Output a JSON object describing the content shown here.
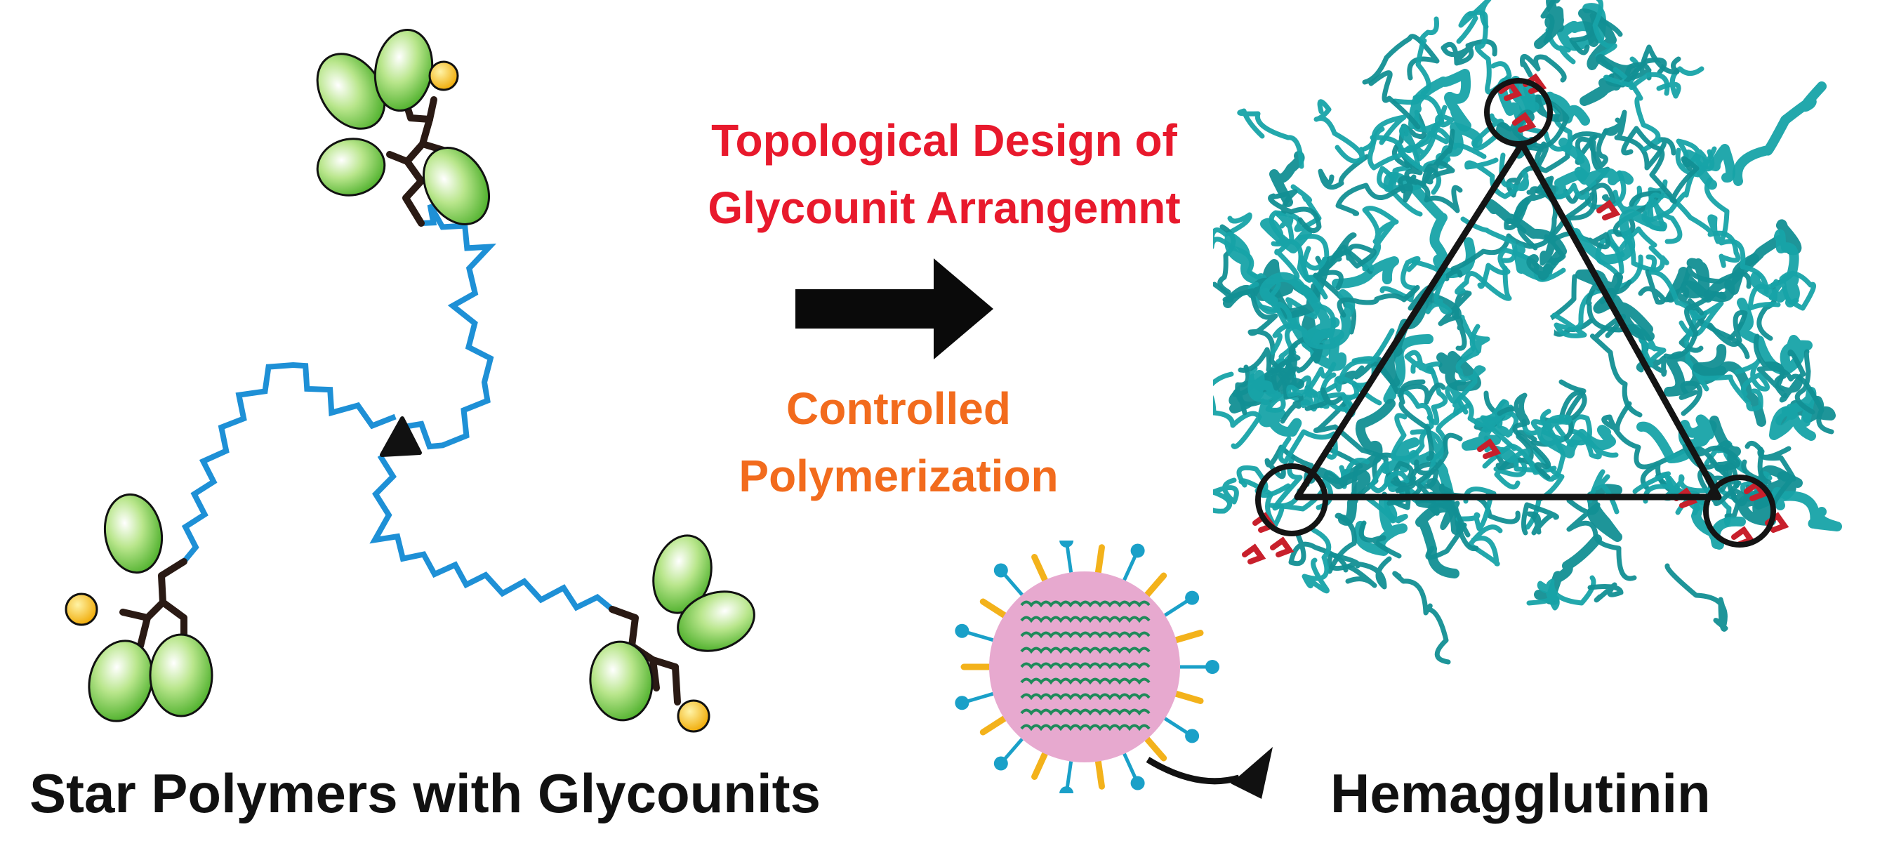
{
  "labels": {
    "design_line1": "Topological Design of",
    "design_line2": "Glycounit Arrangemnt",
    "process_line1": "Controlled",
    "process_line2": "Polymerization",
    "left_caption": "Star Polymers with Glycounits",
    "right_caption": "Hemagglutinin"
  },
  "colors": {
    "polymer_chain": "#1e90d6",
    "glyco_green": "#7ccc4a",
    "glyco_yellow": "#f5b800",
    "linker": "#2a1a14",
    "protein": "#17a3a8",
    "binding_site": "#c8202c",
    "virus_body": "#e7a9cf",
    "virus_rna": "#1f8a5a",
    "virus_spike_blue": "#1aa0c8",
    "virus_spike_yellow": "#f3b21b",
    "label_red": "#e8192c",
    "label_orange": "#f26b1d"
  },
  "icons": [
    "star-polymer",
    "reaction-arrow",
    "hemagglutinin-trimer",
    "virus-particle",
    "curved-arrow"
  ]
}
